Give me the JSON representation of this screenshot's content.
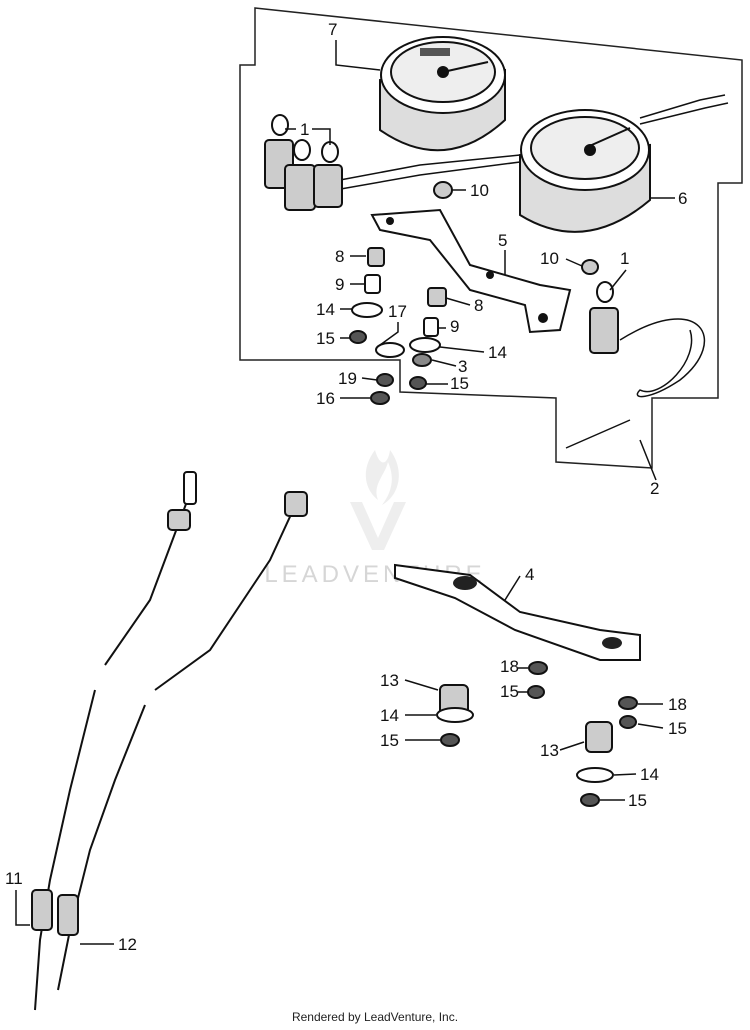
{
  "diagram": {
    "callouts": [
      "7",
      "1",
      "10",
      "6",
      "5",
      "8",
      "9",
      "10",
      "1",
      "14",
      "8",
      "17",
      "9",
      "15",
      "14",
      "3",
      "19",
      "15",
      "16",
      "2",
      "4",
      "13",
      "18",
      "15",
      "18",
      "14",
      "15",
      "15",
      "13",
      "14",
      "15",
      "11",
      "12"
    ]
  },
  "watermark": {
    "text": "LEADVENTURE"
  },
  "footer": {
    "text": "Rendered by LeadVenture, Inc."
  }
}
